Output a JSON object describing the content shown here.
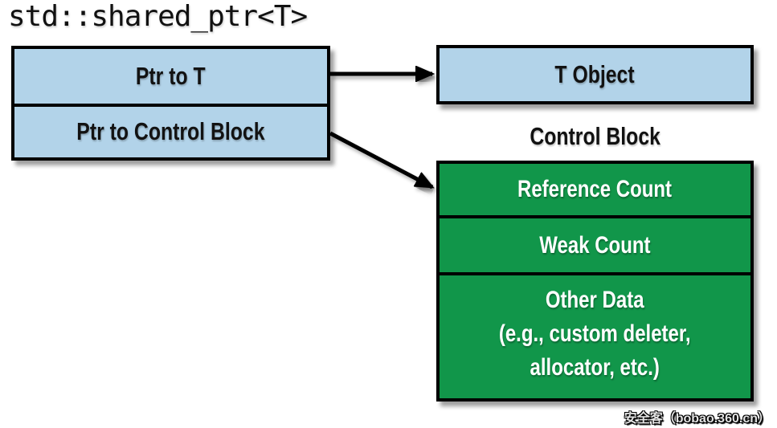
{
  "title": "std::shared_ptr<T>",
  "shared_ptr_box": {
    "rows": [
      "Ptr to T",
      "Ptr to Control Block"
    ]
  },
  "t_object": {
    "label": "T Object"
  },
  "control_block": {
    "heading": "Control Block",
    "rows": [
      "Reference Count",
      "Weak Count"
    ],
    "other_data_lines": [
      "Other Data",
      "(e.g., custom deleter,",
      "allocator, etc.)"
    ]
  },
  "arrows": [
    {
      "from": "Ptr to T",
      "to": "T Object"
    },
    {
      "from": "Ptr to Control Block",
      "to": "Control Block"
    }
  ],
  "watermark": "安全客（bobao.360.cn）",
  "colors": {
    "box_blue": "#b2d3e9",
    "box_green": "#11964a",
    "border": "#000000",
    "text_dark": "#121212",
    "text_light": "#ffffff"
  }
}
